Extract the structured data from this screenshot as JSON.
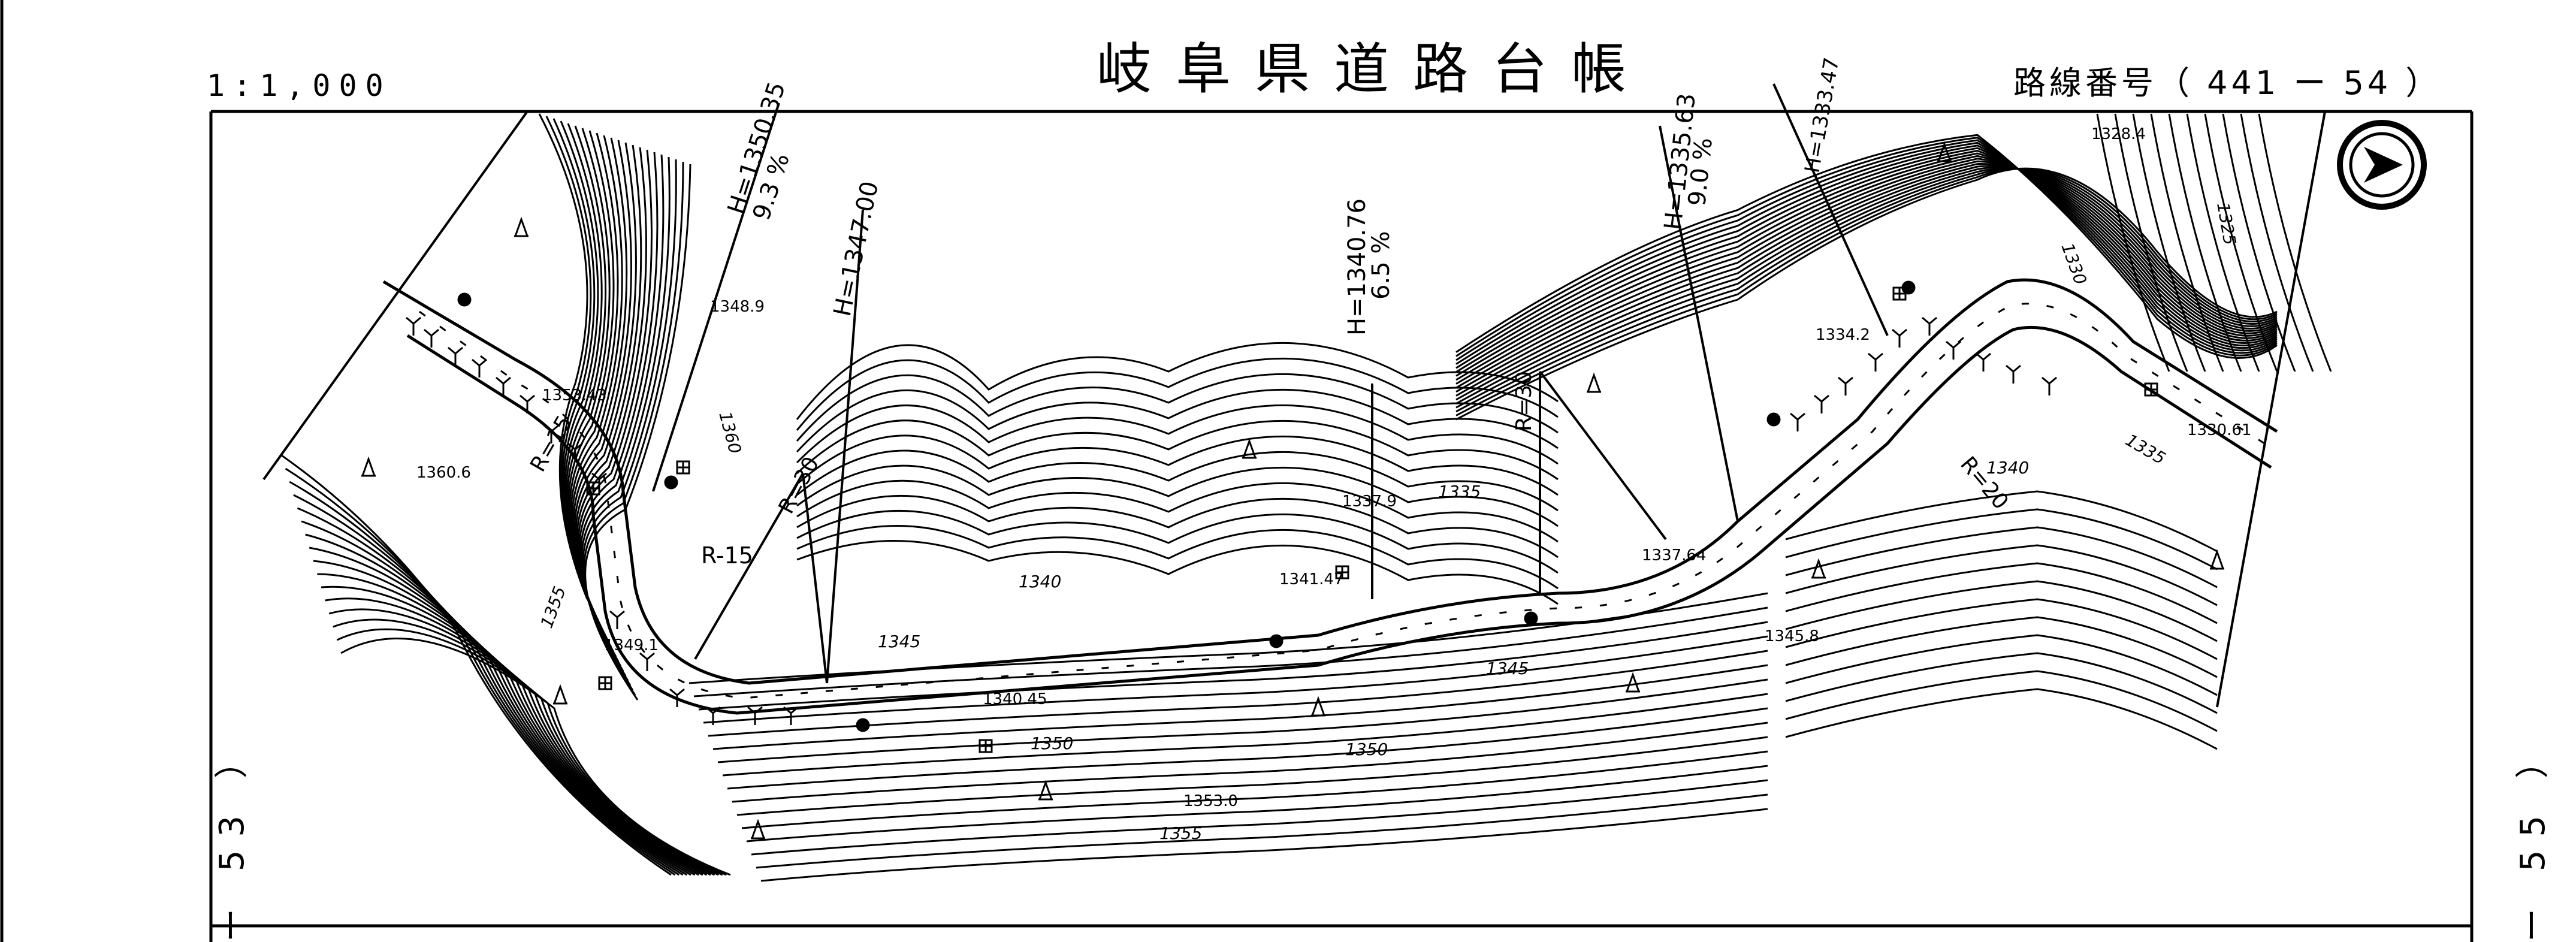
{
  "header": {
    "scale": "1:1,000",
    "title": "岐阜県道路台帳",
    "route_label": "路線番号（ 441 ー 54 ）"
  },
  "margins": {
    "left_adjacent": "ー 53 ）",
    "right_adjacent": "ー 55 ）"
  },
  "annotations": {
    "h1": "H=1350.35",
    "g1": "9.3 %",
    "h2": "H=1347.00",
    "h3": "H=1340.76",
    "g3": "6.5 %",
    "h4": "H=1335.63",
    "g4": "9.0 %",
    "h5": "H=1333.47",
    "r30a": "R=30",
    "r30b": "R=30",
    "r15a": "R=15",
    "r15b": "R-15",
    "r20": "R=20",
    "e1": "1348.9",
    "e2": "1353.43",
    "e3": "1360.6",
    "e4": "1349.1",
    "e5": "1340.45",
    "e6": "1337.9",
    "e7": "1341.47",
    "e8": "1337.64",
    "e9": "1334.2",
    "e10": "1330.61",
    "e11": "1328.4",
    "e12": "1345.8",
    "e13": "1353.0",
    "c1340a": "1340",
    "c1345a": "1345",
    "c1350a": "1350",
    "c1350b": "1350",
    "c1355a": "1355",
    "c1335a": "1335",
    "c1345b": "1345",
    "c1340b": "1340",
    "c1335b": "1335",
    "c1330": "1330",
    "c1325": "1325",
    "c1360": "1360",
    "c1355b": "1355"
  },
  "colors": {
    "ink": "#000000",
    "paper": "#ffffff"
  },
  "icons": {
    "north_arrow": "north-arrow-icon"
  }
}
